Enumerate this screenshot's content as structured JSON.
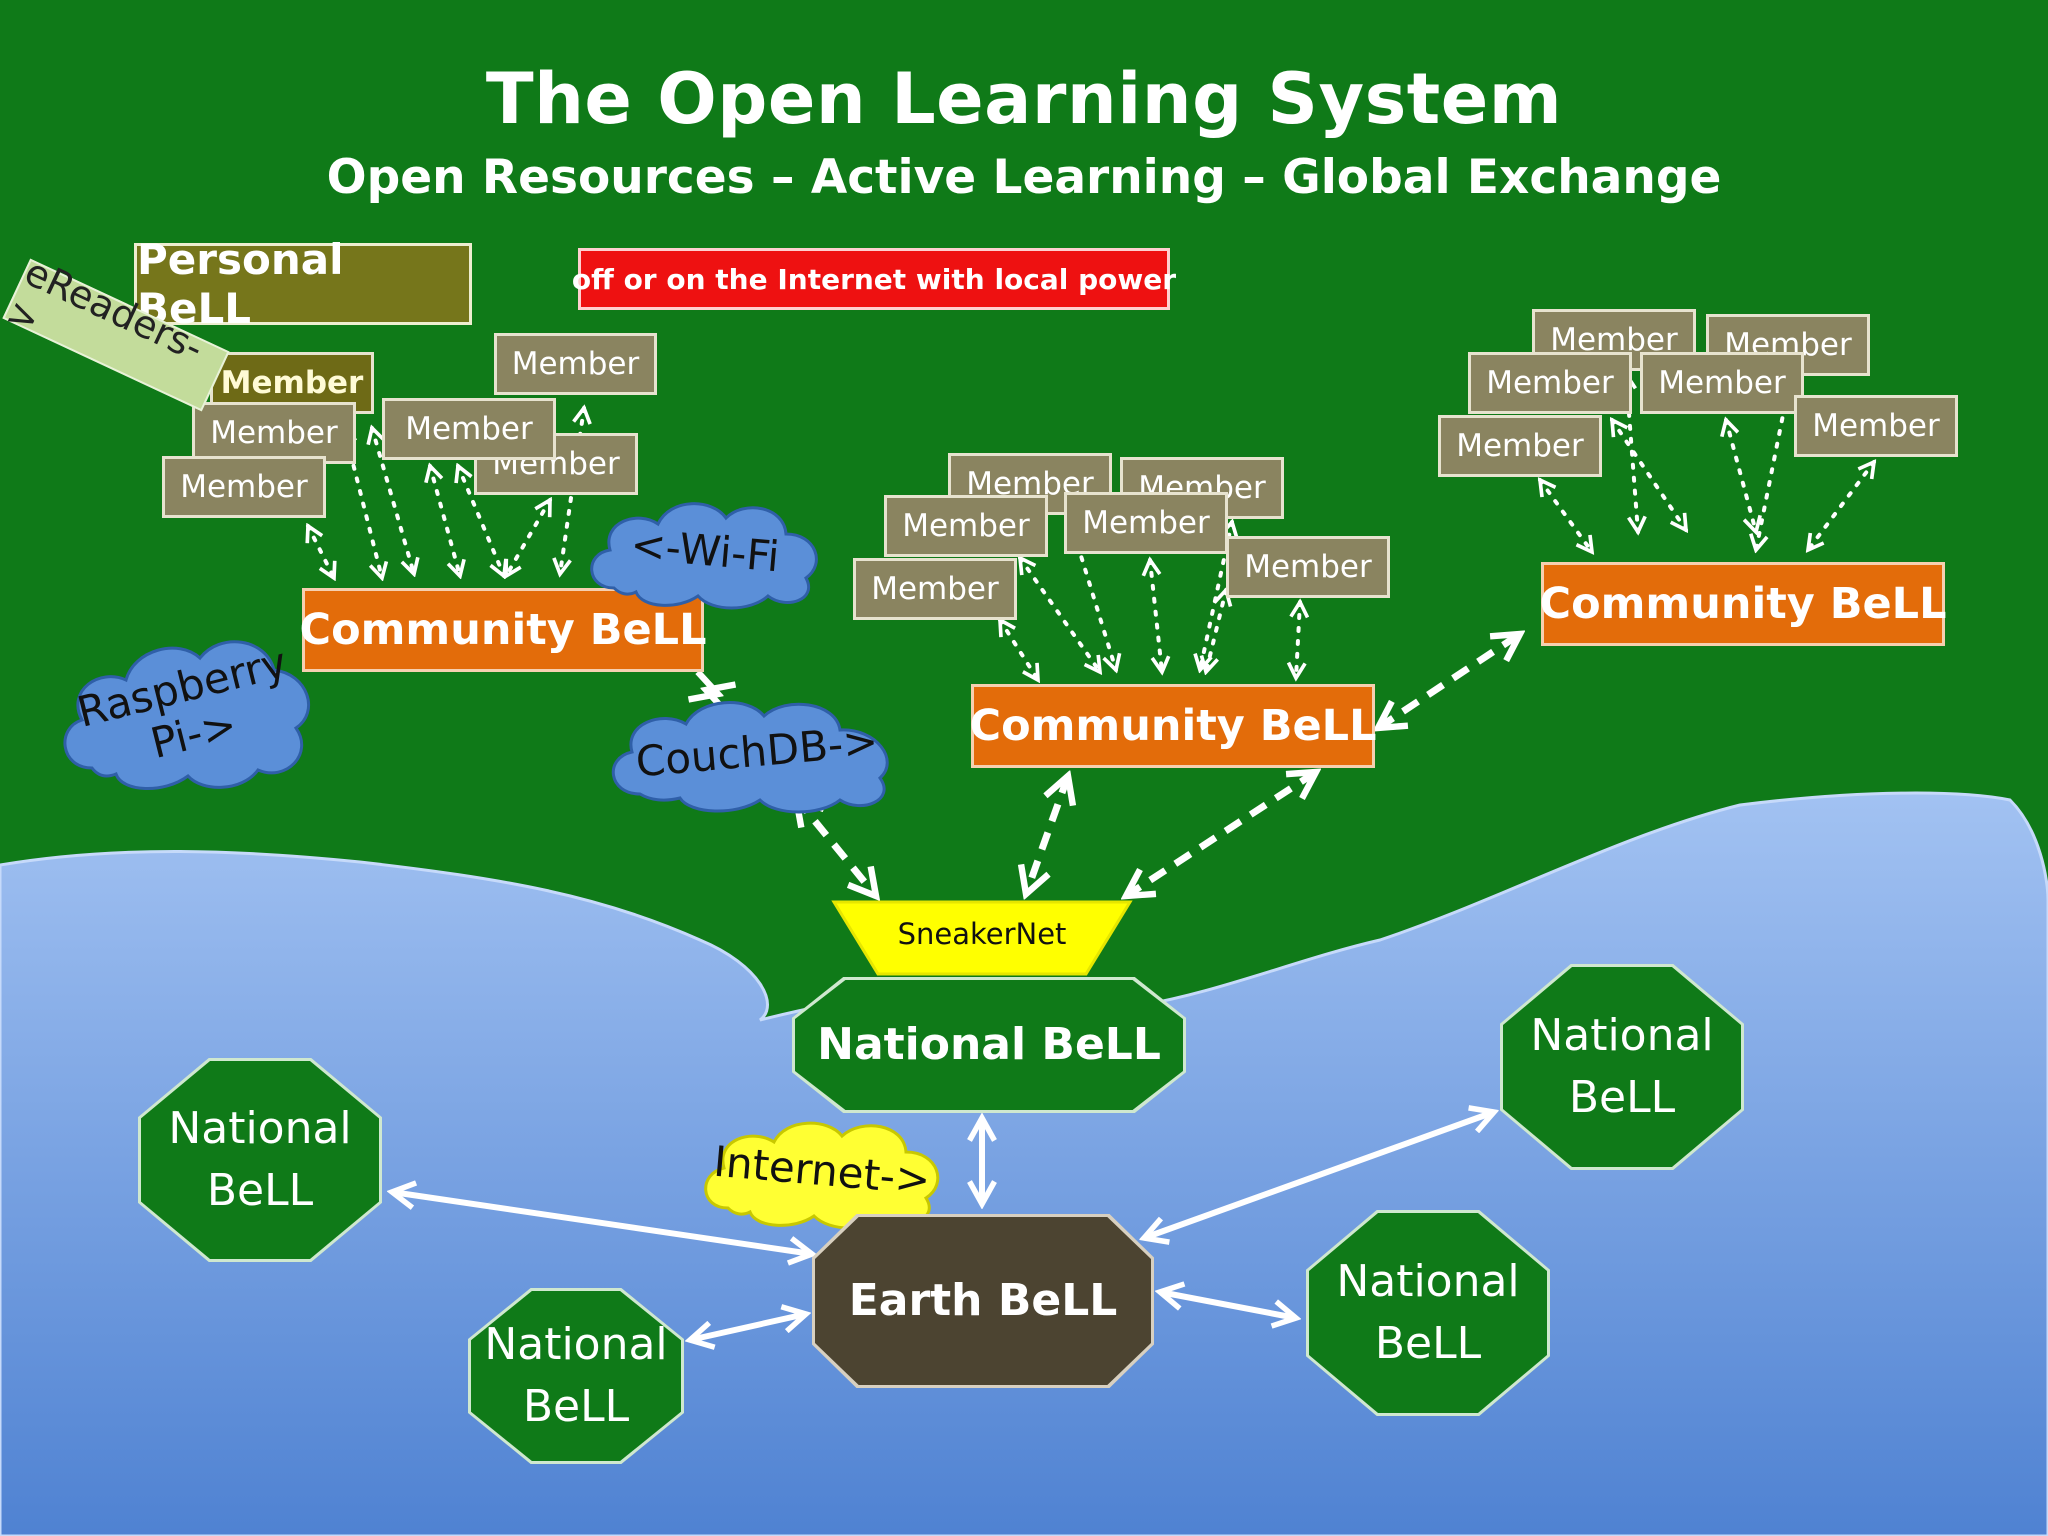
{
  "header": {
    "title": "The Open Learning System",
    "subtitle": "Open Resources – Active Learning – Global Exchange"
  },
  "labels": {
    "personal_bell": "Personal BeLL",
    "offline": "off or on the Internet with local power",
    "ereaders": "eReaders->",
    "member": "Member",
    "community_bell": "Community BeLL",
    "sneakernet": "SneakerNet",
    "national_bell": "National BeLL",
    "national_line1": "National",
    "national_line2": "BeLL",
    "earth_bell": "Earth BeLL"
  },
  "clouds": {
    "wifi": "<-Wi-Fi",
    "raspberry_line1": "Raspberry",
    "raspberry_line2": "Pi->",
    "couchdb": "CouchDB->",
    "internet": "Internet->"
  },
  "colors": {
    "background": "#0f7a18",
    "water": "#7fa9e8",
    "member": "#8a8460",
    "community": "#e36c0a",
    "personal": "#76761b",
    "offline_badge": "#ee1111",
    "sneakernet": "#ffff00",
    "national": "#0f7a18",
    "earth": "#4c4431",
    "cloud_blue": "#5b8fd8",
    "cloud_yellow": "#ffff33"
  },
  "icons": {
    "arrow_dashed": "dashed-double-arrow",
    "arrow_dotted": "dotted-double-arrow",
    "arrow_solid": "solid-double-arrow"
  }
}
